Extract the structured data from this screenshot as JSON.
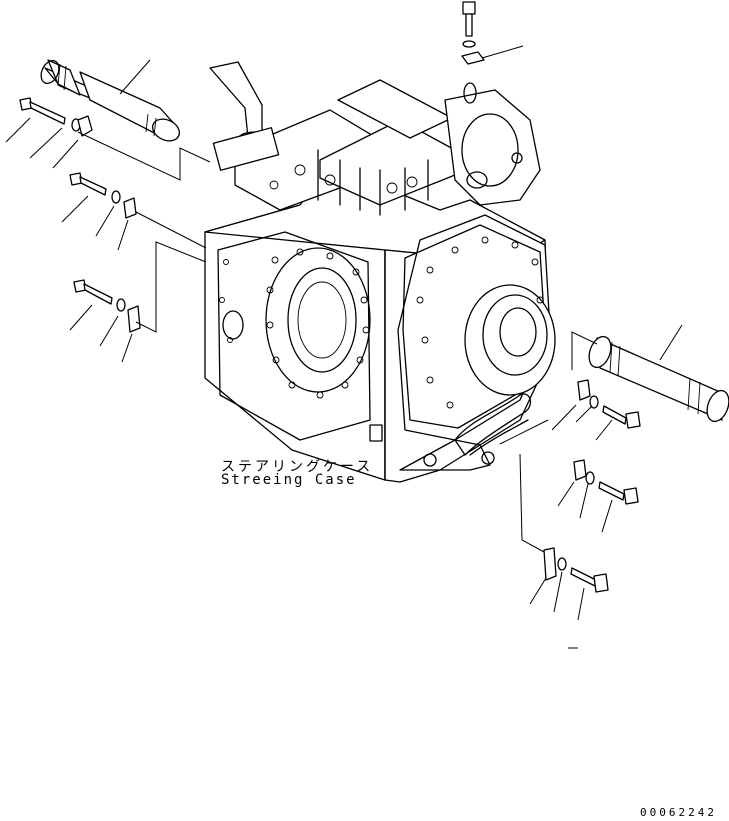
{
  "diagram": {
    "case_label_jp": "ステアリングケース",
    "case_label_en": "Streeing Case",
    "drawing_number": "00062242"
  }
}
